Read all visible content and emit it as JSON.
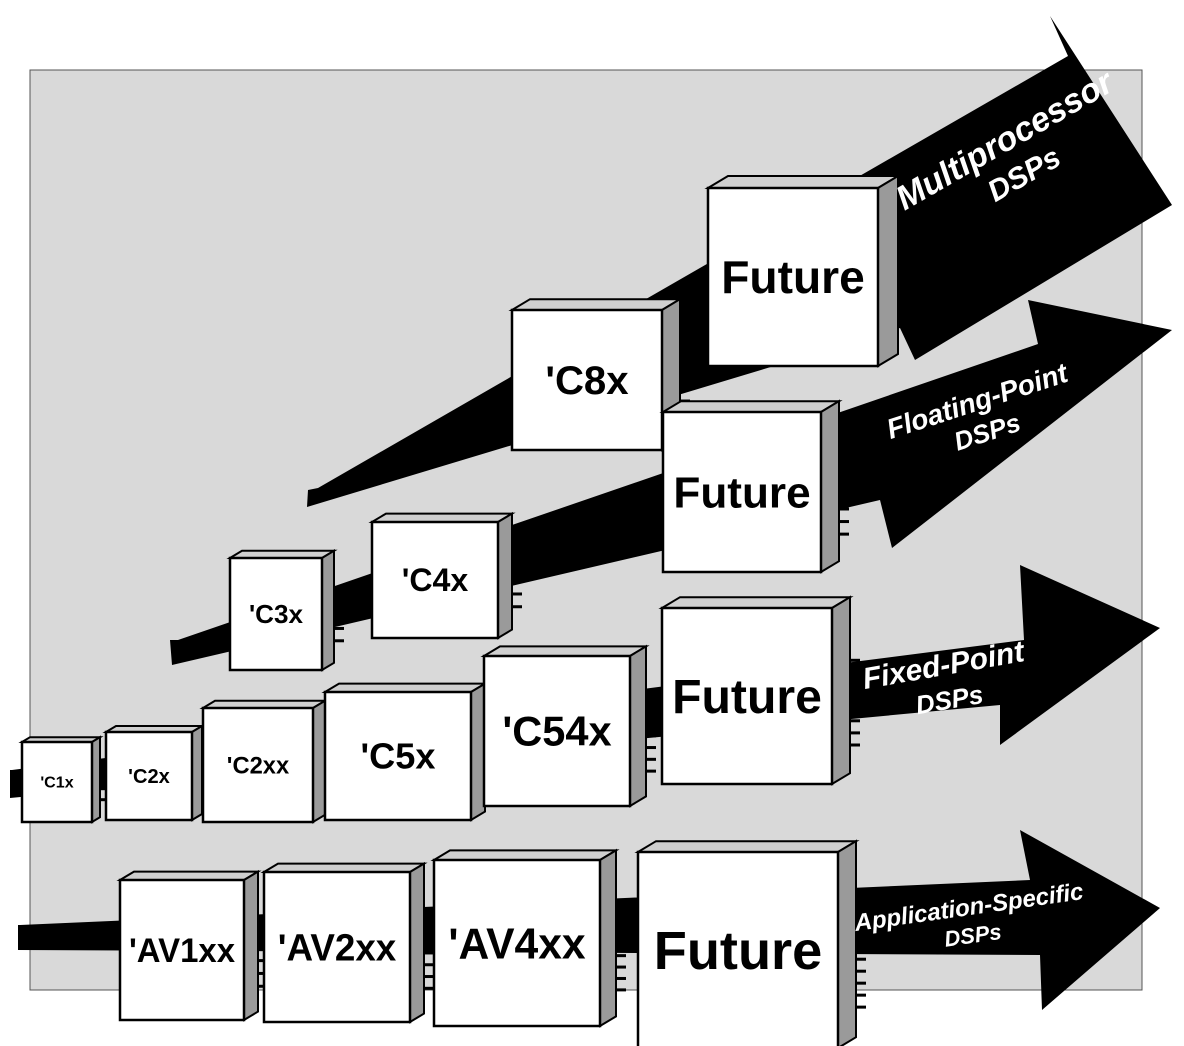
{
  "families": [
    {
      "id": "multiprocessor",
      "label_lines": [
        "Multiprocessor",
        "DSPs"
      ],
      "chips": [
        "'C8x",
        "Future"
      ]
    },
    {
      "id": "floating-point",
      "label_lines": [
        "Floating-Point",
        "DSPs"
      ],
      "chips": [
        "'C3x",
        "'C4x",
        "Future"
      ]
    },
    {
      "id": "fixed-point",
      "label_lines": [
        "Fixed-Point",
        "DSPs"
      ],
      "chips": [
        "'C1x",
        "'C2x",
        "'C2xx",
        "'C5x",
        "'C54x",
        "Future"
      ]
    },
    {
      "id": "application-specific",
      "label_lines": [
        "Application-Specific",
        "DSPs"
      ],
      "chips": [
        "'AV1xx",
        "'AV2xx",
        "'AV4xx",
        "Future"
      ]
    }
  ],
  "colors": {
    "background_panel": "#d9d9d9",
    "arrow": "#000000",
    "chip_face": "#ffffff",
    "chip_side": "#9a9a9a",
    "chip_top": "#cfcfcf"
  }
}
